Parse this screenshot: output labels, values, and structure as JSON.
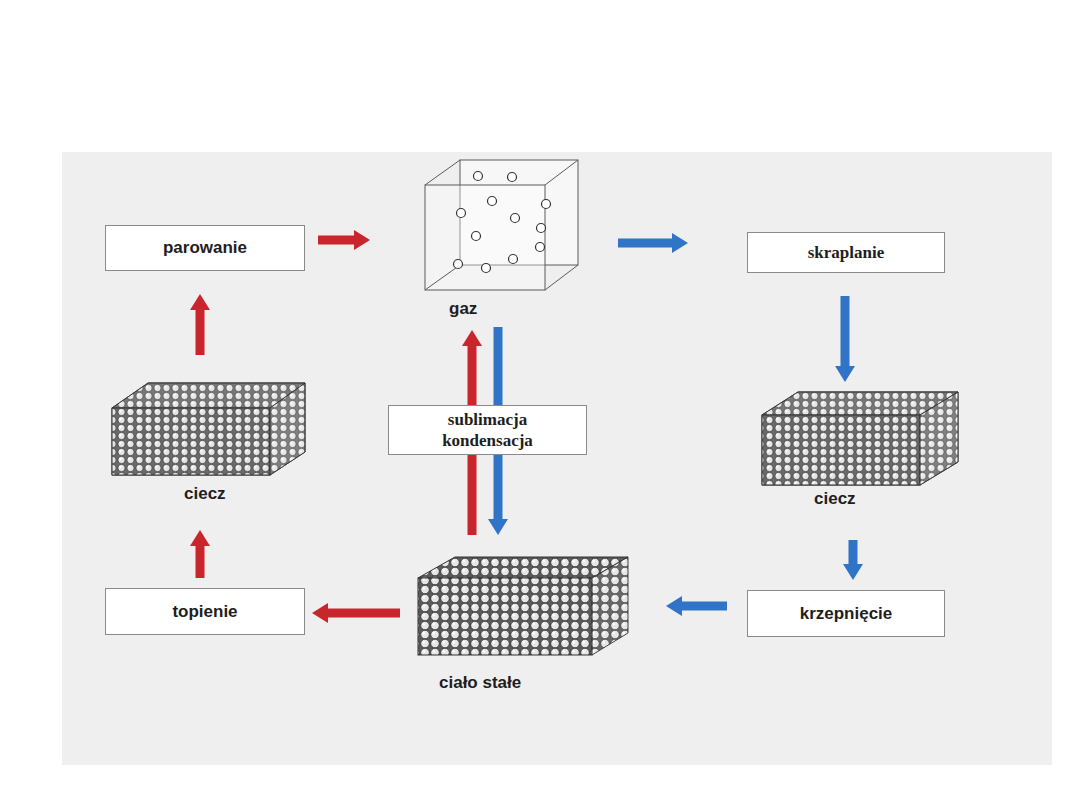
{
  "diagram": {
    "nodes": [
      {
        "text": [
          "parowanie"
        ]
      },
      {
        "text": [
          "gaz"
        ]
      },
      {
        "text": [
          "skraplanie"
        ]
      },
      {
        "text": [
          "ciecz"
        ]
      },
      {
        "text": [
          "sublimacja",
          "kondensacja"
        ]
      },
      {
        "text": [
          "ciecz"
        ]
      },
      {
        "text": [
          "topienie"
        ]
      },
      {
        "text": [
          "ciało stałe"
        ]
      },
      {
        "text": [
          "krzepnięcie"
        ]
      }
    ],
    "edges": [
      {
        "from": 0,
        "to": 1,
        "arrow": "to"
      },
      {
        "from": 1,
        "to": 2,
        "arrow": "to"
      },
      {
        "from": 2,
        "to": 5,
        "arrow": "to"
      },
      {
        "from": 5,
        "to": 8,
        "arrow": "to"
      },
      {
        "from": 8,
        "to": 7,
        "arrow": "to"
      },
      {
        "from": 7,
        "to": 6,
        "arrow": "to"
      },
      {
        "from": 6,
        "to": 3,
        "arrow": "to"
      },
      {
        "from": 3,
        "to": 0,
        "arrow": "to"
      },
      {
        "from": 7,
        "to": 1,
        "arrow": "to"
      },
      {
        "from": 1,
        "to": 7,
        "arrow": "to"
      }
    ]
  }
}
